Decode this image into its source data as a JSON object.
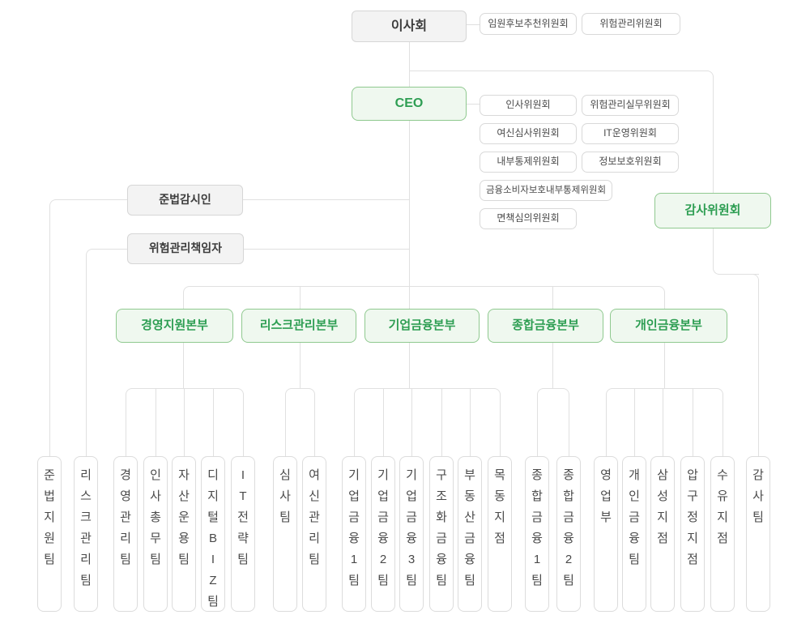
{
  "org": {
    "board": "이사회",
    "board_committees": [
      "임원후보추천위원회",
      "위험관리위원회"
    ],
    "ceo": "CEO",
    "ceo_committees": [
      "인사위원회",
      "위험관리실무위원회",
      "여신심사위원회",
      "IT운영위원회",
      "내부통제위원회",
      "정보보호위원회",
      "금융소비자보호내부통제위원회",
      "면책심의위원회"
    ],
    "compliance_officer": "준법감시인",
    "risk_officer": "위험관리책임자",
    "audit_committee": "감사위원회",
    "divisions": [
      "경영지원본부",
      "리스크관리본부",
      "기업금융본부",
      "종합금융본부",
      "개인금융본부"
    ],
    "teams": [
      "준법지원팀",
      "리스크관리팀",
      "경영관리팀",
      "인사총무팀",
      "자산운용팀",
      "디지털BIZ팀",
      "IT전략팀",
      "심사팀",
      "여신관리팀",
      "기업금융1팀",
      "기업금융2팀",
      "기업금융3팀",
      "구조화금융팀",
      "부동산금융팀",
      "목동지점",
      "종합금융1팀",
      "종합금융2팀",
      "영업부",
      "개인금융팀",
      "삼성지점",
      "압구정지점",
      "수유지점",
      "감사팀"
    ],
    "colors": {
      "accent_green": "#2e9e53",
      "green_border": "#8fc98f",
      "green_fill": "#eff8ef",
      "gray_fill": "#f3f3f3",
      "line": "#e0e0e0"
    }
  }
}
